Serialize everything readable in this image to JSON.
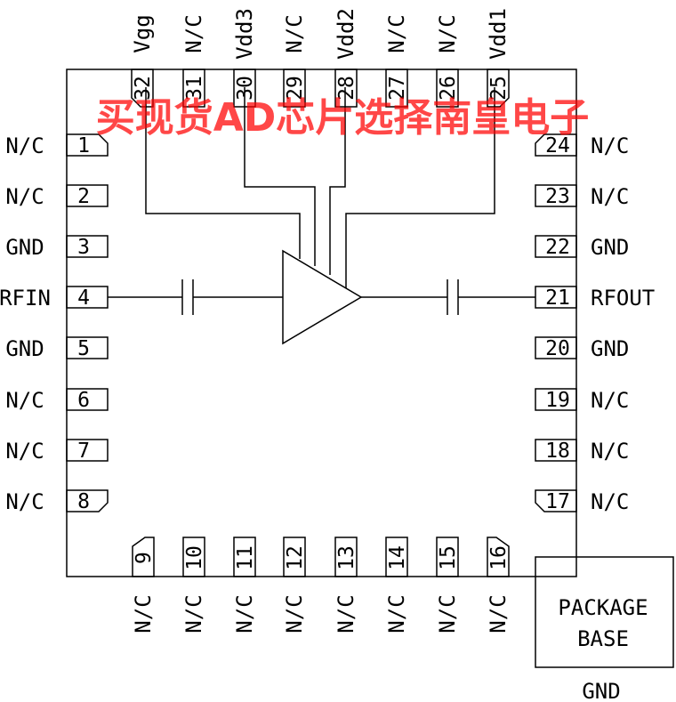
{
  "colors": {
    "line": "#000000",
    "watermark": "#ff0000"
  },
  "watermark": "买现货AD芯片选择南皇电子",
  "pins": {
    "left": [
      {
        "num": "1",
        "name": "N/C"
      },
      {
        "num": "2",
        "name": "N/C"
      },
      {
        "num": "3",
        "name": "GND"
      },
      {
        "num": "4",
        "name": "RFIN"
      },
      {
        "num": "5",
        "name": "GND"
      },
      {
        "num": "6",
        "name": "N/C"
      },
      {
        "num": "7",
        "name": "N/C"
      },
      {
        "num": "8",
        "name": "N/C"
      }
    ],
    "right": [
      {
        "num": "24",
        "name": "N/C"
      },
      {
        "num": "23",
        "name": "N/C"
      },
      {
        "num": "22",
        "name": "GND"
      },
      {
        "num": "21",
        "name": "RFOUT"
      },
      {
        "num": "20",
        "name": "GND"
      },
      {
        "num": "19",
        "name": "N/C"
      },
      {
        "num": "18",
        "name": "N/C"
      },
      {
        "num": "17",
        "name": "N/C"
      }
    ],
    "top": [
      {
        "num": "32",
        "name": "Vgg"
      },
      {
        "num": "31",
        "name": "N/C"
      },
      {
        "num": "30",
        "name": "Vdd3"
      },
      {
        "num": "29",
        "name": "N/C"
      },
      {
        "num": "28",
        "name": "Vdd2"
      },
      {
        "num": "27",
        "name": "N/C"
      },
      {
        "num": "26",
        "name": "N/C"
      },
      {
        "num": "25",
        "name": "Vdd1"
      }
    ],
    "bottom": [
      {
        "num": "9",
        "name": "N/C"
      },
      {
        "num": "10",
        "name": "N/C"
      },
      {
        "num": "11",
        "name": "N/C"
      },
      {
        "num": "12",
        "name": "N/C"
      },
      {
        "num": "13",
        "name": "N/C"
      },
      {
        "num": "14",
        "name": "N/C"
      },
      {
        "num": "15",
        "name": "N/C"
      },
      {
        "num": "16",
        "name": "N/C"
      }
    ]
  },
  "package_base": {
    "line1": "PACKAGE",
    "line2": "BASE",
    "pin_label": "GND"
  }
}
